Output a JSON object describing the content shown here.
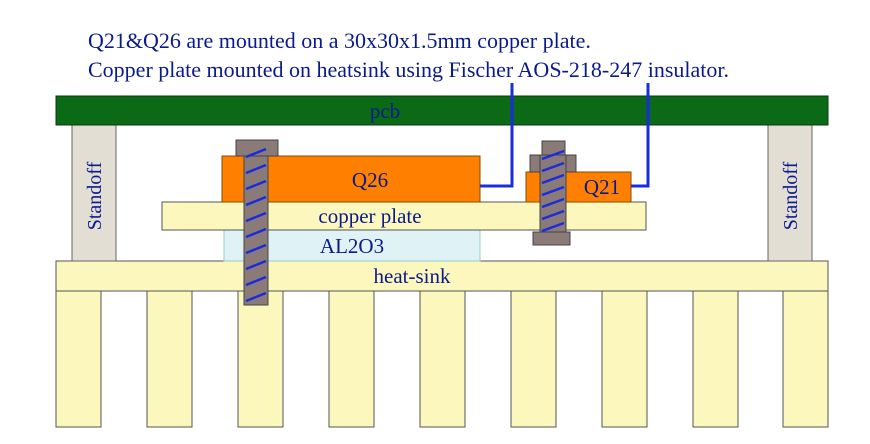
{
  "caption": {
    "line1": "Q21&Q26 are mounted on a 30x30x1.5mm copper plate.",
    "line2": "Copper plate mounted on heatsink using Fischer AOS-218-247 insulator."
  },
  "labels": {
    "pcb": "pcb",
    "q26": "Q26",
    "q21": "Q21",
    "copper_plate": "copper plate",
    "al2o3": "AL2O3",
    "heat_sink": "heat-sink",
    "standoff_left": "Standoff",
    "standoff_right": "Standoff"
  },
  "colors": {
    "text": "#0a1a8c",
    "pcb": "#0b6a16",
    "transistor": "#ff8000",
    "heatsink": "#fbf7bd",
    "standoff": "#e2ded3",
    "insulator": "#dff3f7",
    "screw": "#8a7a78",
    "thread": "#1a2be0",
    "leader": "#1a2be0"
  }
}
